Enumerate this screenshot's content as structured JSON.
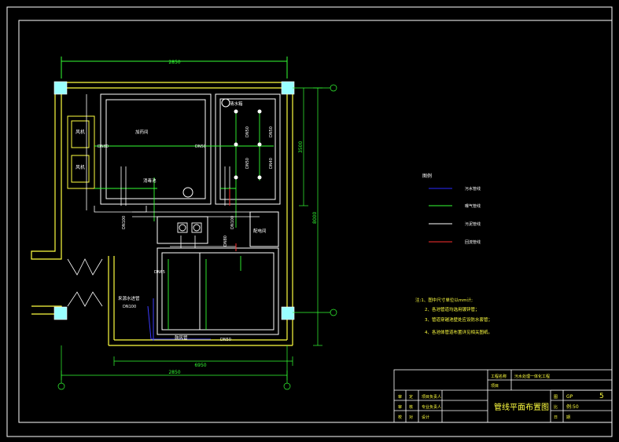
{
  "dims": {
    "top": "2850",
    "bottom_outer": "2850",
    "bottom_inner": "6950",
    "right_outer": "8000",
    "right_upper": "3500"
  },
  "rooms": {
    "fan_1": "风机",
    "fan_2": "风机",
    "compressor": "加药间",
    "water_tank": "清水箱",
    "pool_note": "消毒池",
    "control_room": "配电间",
    "inflow_label": "来源水进管",
    "air_label": "鼓风管"
  },
  "pipes": {
    "dn50": "DN50",
    "dn80": "DN80",
    "dn100": "DN100",
    "dn40": "DN40",
    "dn65": "DN65"
  },
  "legend": {
    "title": "图例",
    "items": [
      {
        "label": "污水管线",
        "color": "#2a2aff"
      },
      {
        "label": "曝气管线",
        "color": "#33ff33"
      },
      {
        "label": "污泥管线",
        "color": "#ffffff"
      },
      {
        "label": "回流管线",
        "color": "#ff3030"
      }
    ]
  },
  "notes": {
    "title": "注:1、图中尺寸单位以mm计;",
    "n2": "2、各池管道均选用镀锌管；",
    "n3": "3、管道穿越池壁处应设防水套管；",
    "n4": "4、各池体管道布置详见相关图纸。"
  },
  "titleblock": {
    "project_label": "工程名称",
    "project": "污水处理一体化工程",
    "item_label": "项目",
    "drawing_title": "管线平面布置图",
    "row1a": "审",
    "row1b": "定",
    "row1c": "项目负责人",
    "row2a": "审",
    "row2b": "核",
    "row2c": "专业负责人",
    "row3a": "校",
    "row3b": "对",
    "row3c": "设计",
    "drawing_no_label": "图",
    "drawing_no": "GP",
    "scale_label": "比",
    "scale": "例:50",
    "date_label": "日",
    "date": "期",
    "sheet": "5"
  }
}
